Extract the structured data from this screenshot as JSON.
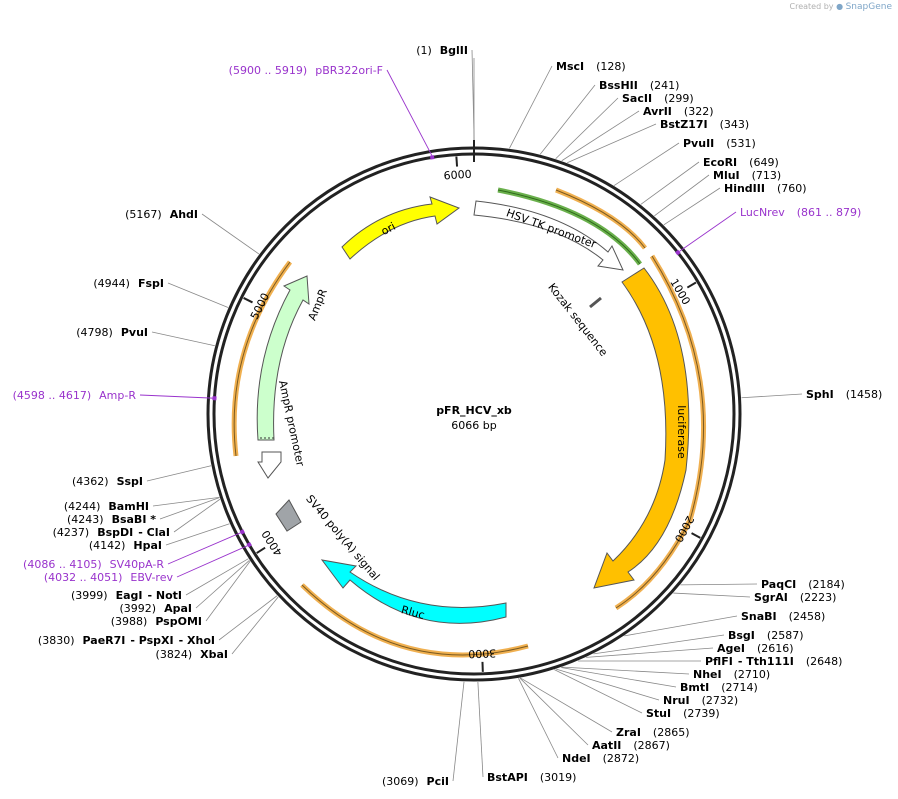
{
  "credit": {
    "created_by": "Created by",
    "brand": "SnapGene"
  },
  "plasmid": {
    "name": "pFR_HCV_xb",
    "length_label": "6066 bp",
    "length": 6066
  },
  "colors": {
    "ori": "#ffff00",
    "promoter": "#ffffff",
    "luciferase": "#ffc000",
    "rluc": "#00ffff",
    "ampr": "#ccffcc",
    "polyA": "#a0a4a8",
    "orange_arrow": "#f0b050",
    "green_arrow": "#6ab04c",
    "primer": "#9933cc"
  },
  "ticks": [
    {
      "pos": 6000,
      "label": "6000"
    },
    {
      "pos": 1000,
      "label": "1000"
    },
    {
      "pos": 2000,
      "label": "2000"
    },
    {
      "pos": 3000,
      "label": "3000"
    },
    {
      "pos": 4000,
      "label": "4000"
    },
    {
      "pos": 5000,
      "label": "5000"
    }
  ],
  "sites_right": [
    {
      "name": "MscI",
      "pos": "(128)",
      "coord": 128
    },
    {
      "name": "BssHII",
      "pos": "(241)",
      "coord": 241
    },
    {
      "name": "SacII",
      "pos": "(299)",
      "coord": 299
    },
    {
      "name": "AvrII",
      "pos": "(322)",
      "coord": 322
    },
    {
      "name": "BstZ17I",
      "pos": "(343)",
      "coord": 343
    },
    {
      "name": "PvuII",
      "pos": "(531)",
      "coord": 531
    },
    {
      "name": "EcoRI",
      "pos": "(649)",
      "coord": 649
    },
    {
      "name": "MluI",
      "pos": "(713)",
      "coord": 713
    },
    {
      "name": "HindIII",
      "pos": "(760)",
      "coord": 760
    },
    {
      "name": "SphI",
      "pos": "(1458)",
      "coord": 1458
    },
    {
      "name": "PaqCI",
      "pos": "(2184)",
      "coord": 2184
    },
    {
      "name": "SgrAI",
      "pos": "(2223)",
      "coord": 2223
    },
    {
      "name": "SnaBI",
      "pos": "(2458)",
      "coord": 2458
    },
    {
      "name": "BsgI",
      "pos": "(2587)",
      "coord": 2587
    },
    {
      "name": "AgeI",
      "pos": "(2616)",
      "coord": 2616
    },
    {
      "name": "PflFI",
      "name2": "- Tth111I",
      "pos": "(2648)",
      "coord": 2648
    },
    {
      "name": "NheI",
      "pos": "(2710)",
      "coord": 2710
    },
    {
      "name": "BmtI",
      "pos": "(2714)",
      "coord": 2714
    },
    {
      "name": "NruI",
      "pos": "(2732)",
      "coord": 2732
    },
    {
      "name": "StuI",
      "pos": "(2739)",
      "coord": 2739
    },
    {
      "name": "ZraI",
      "pos": "(2865)",
      "coord": 2865
    },
    {
      "name": "AatII",
      "pos": "(2867)",
      "coord": 2867
    },
    {
      "name": "NdeI",
      "pos": "(2872)",
      "coord": 2872
    },
    {
      "name": "BstAPI",
      "pos": "(3019)",
      "coord": 3019
    }
  ],
  "sites_left": [
    {
      "name": "BglII",
      "pos": "(1)",
      "coord": 1
    },
    {
      "name": "PciI",
      "pos": "(3069)",
      "coord": 3069
    },
    {
      "name": "XbaI",
      "pos": "(3824)",
      "coord": 3824
    },
    {
      "name": "PaeR7I",
      "name2": "- PspXI",
      "name3": "- XhoI",
      "pos": "(3830)",
      "coord": 3830
    },
    {
      "name": "PspOMI",
      "pos": "(3988)",
      "coord": 3988
    },
    {
      "name": "ApaI",
      "pos": "(3992)",
      "coord": 3992
    },
    {
      "name": "EagI",
      "name2": "- NotI",
      "pos": "(3999)",
      "coord": 3999
    },
    {
      "name": "HpaI",
      "pos": "(4142)",
      "coord": 4142
    },
    {
      "name": "BspDI",
      "name2": "- ClaI",
      "pos": "(4237)",
      "coord": 4237
    },
    {
      "name": "BsaBI *",
      "pos": "(4243)",
      "coord": 4243
    },
    {
      "name": "BamHI",
      "pos": "(4244)",
      "coord": 4244
    },
    {
      "name": "SspI",
      "pos": "(4362)",
      "coord": 4362
    },
    {
      "name": "PvuI",
      "pos": "(4798)",
      "coord": 4798
    },
    {
      "name": "FspI",
      "pos": "(4944)",
      "coord": 4944
    },
    {
      "name": "AhdI",
      "pos": "(5167)",
      "coord": 5167
    }
  ],
  "primers": [
    {
      "name": "pBR322ori-F",
      "range": "(5900 .. 5919)",
      "coord": 5910
    },
    {
      "name": "LucNrev",
      "range": "(861 .. 879)",
      "coord": 870
    },
    {
      "name": "Amp-R",
      "range": "(4598 .. 4617)",
      "coord": 4608
    },
    {
      "name": "SV40pA-R",
      "range": "(4086 .. 4105)",
      "coord": 4095
    },
    {
      "name": "EBV-rev",
      "range": "(4032 .. 4051)",
      "coord": 4041
    }
  ],
  "features": {
    "ori": "ori",
    "hsv_tk_promoter": "HSV TK promoter",
    "kozak": "Kozak sequence",
    "luciferase": "luciferase",
    "rluc": "Rluc",
    "sv40": "SV40 poly(A) signal",
    "ampr": "AmpR",
    "ampr_promoter": "AmpR promoter"
  }
}
